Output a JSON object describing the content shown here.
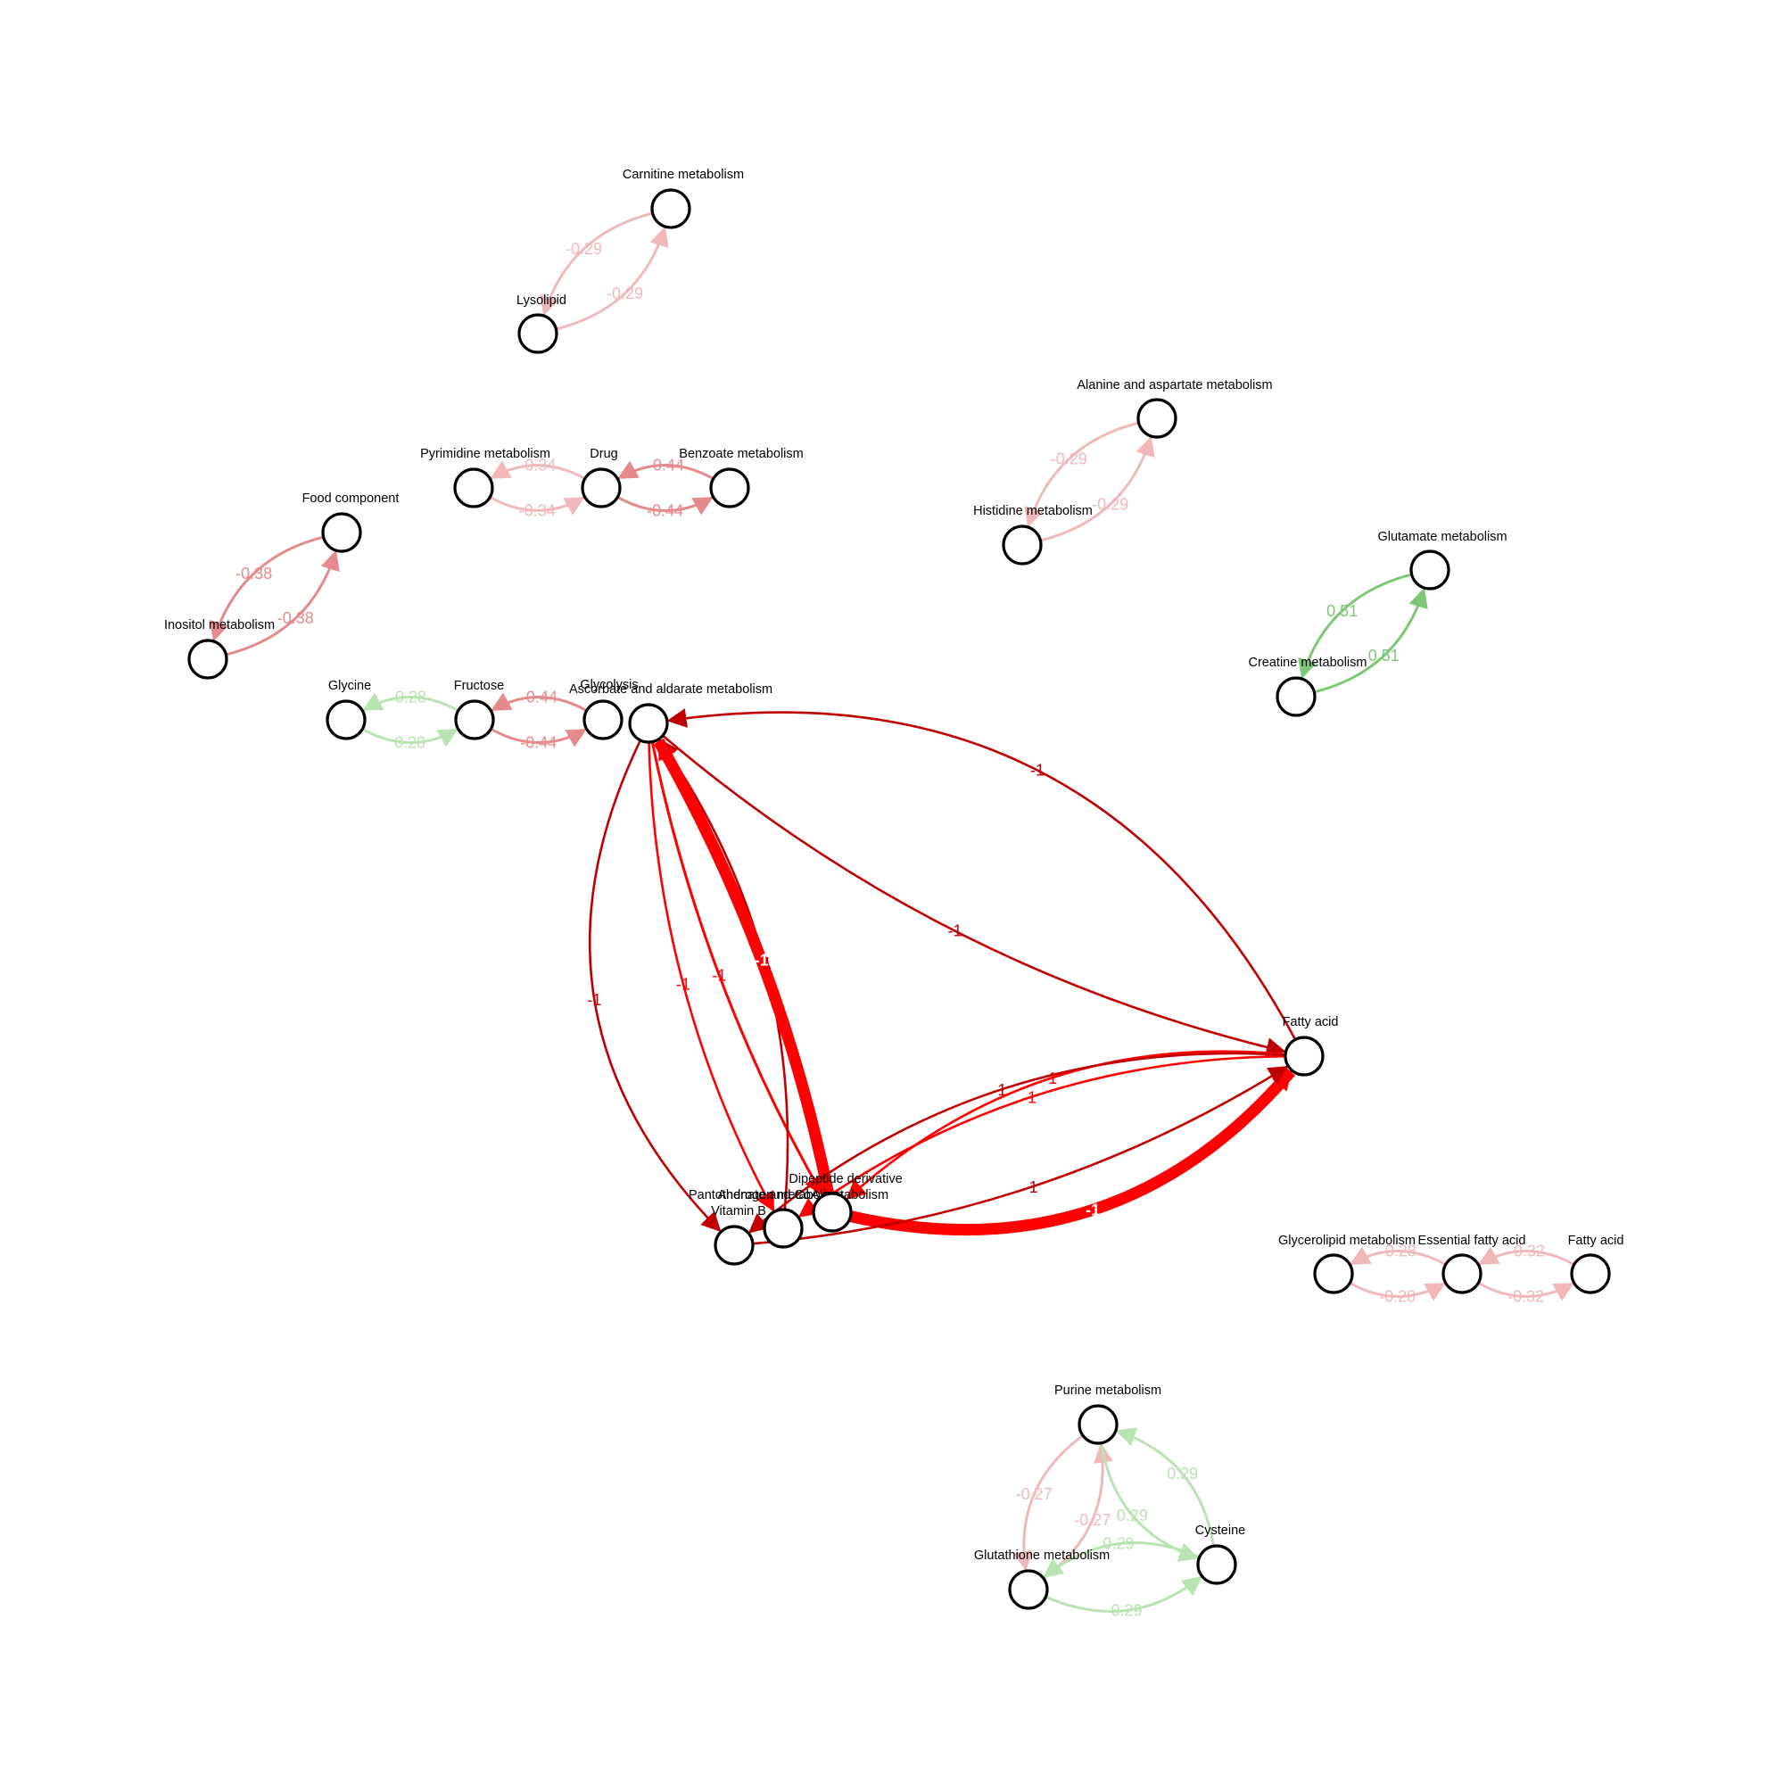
{
  "colors": {
    "neg_light": "#f0b8b8",
    "neg_mid": "#e58a8a",
    "neg_dark": "#c00000",
    "neg_strong": "#ff0000",
    "pos_light": "#b9e3b2",
    "pos_mid": "#7dc874"
  },
  "nodes": [
    {
      "id": "carnitine",
      "label": "Carnitine metabolism"
    },
    {
      "id": "lysolipid",
      "label": "Lysolipid"
    },
    {
      "id": "alanine",
      "label": "Alanine and aspartate metabolism"
    },
    {
      "id": "histidine",
      "label": "Histidine metabolism"
    },
    {
      "id": "pyrimidine",
      "label": "Pyrimidine metabolism"
    },
    {
      "id": "drug",
      "label": "Drug"
    },
    {
      "id": "benzoate",
      "label": "Benzoate metabolism"
    },
    {
      "id": "food",
      "label": "Food component"
    },
    {
      "id": "inositol",
      "label": "Inositol metabolism"
    },
    {
      "id": "glutamate",
      "label": "Glutamate metabolism"
    },
    {
      "id": "creatine",
      "label": "Creatine metabolism"
    },
    {
      "id": "glycine",
      "label": "Glycine"
    },
    {
      "id": "fructose",
      "label": "Fructose"
    },
    {
      "id": "glycolysis",
      "label": "Glycolysis"
    },
    {
      "id": "ascorbate",
      "label": "Ascorbate and aldarate metabolism"
    },
    {
      "id": "fattyacid1",
      "label": "Fatty acid"
    },
    {
      "id": "vitaminb",
      "label": "Vitamin B"
    },
    {
      "id": "cluster1",
      "label": "Pantothenate and CoA metabolism"
    },
    {
      "id": "cluster1b",
      "label": "Androgen metabolism"
    },
    {
      "id": "cluster2",
      "label": "Dipeptide derivative"
    },
    {
      "id": "glycerolipid",
      "label": "Glycerolipid metabolism"
    },
    {
      "id": "essential",
      "label": "Essential fatty acid"
    },
    {
      "id": "fattyacid2",
      "label": "Fatty acid"
    },
    {
      "id": "purine",
      "label": "Purine metabolism"
    },
    {
      "id": "cysteine",
      "label": "Cysteine"
    },
    {
      "id": "glutathione",
      "label": "Glutathione metabolism"
    }
  ],
  "edges": [
    {
      "from": "carnitine",
      "to": "lysolipid",
      "weight": "-0.29",
      "color": "neg_light"
    },
    {
      "from": "lysolipid",
      "to": "carnitine",
      "weight": "-0.29",
      "color": "neg_light"
    },
    {
      "from": "alanine",
      "to": "histidine",
      "weight": "-0.29",
      "color": "neg_light"
    },
    {
      "from": "histidine",
      "to": "alanine",
      "weight": "-0.29",
      "color": "neg_light"
    },
    {
      "from": "drug",
      "to": "pyrimidine",
      "weight": "-0.34",
      "color": "neg_light"
    },
    {
      "from": "pyrimidine",
      "to": "drug",
      "weight": "-0.34",
      "color": "neg_light"
    },
    {
      "from": "benzoate",
      "to": "drug",
      "weight": "-0.44",
      "color": "neg_mid"
    },
    {
      "from": "drug",
      "to": "benzoate",
      "weight": "-0.44",
      "color": "neg_mid"
    },
    {
      "from": "food",
      "to": "inositol",
      "weight": "-0.38",
      "color": "neg_mid"
    },
    {
      "from": "inositol",
      "to": "food",
      "weight": "-0.38",
      "color": "neg_mid"
    },
    {
      "from": "glutamate",
      "to": "creatine",
      "weight": "0.51",
      "color": "pos_mid"
    },
    {
      "from": "creatine",
      "to": "glutamate",
      "weight": "0.51",
      "color": "pos_mid"
    },
    {
      "from": "fructose",
      "to": "glycine",
      "weight": "0.28",
      "color": "pos_light"
    },
    {
      "from": "glycine",
      "to": "fructose",
      "weight": "0.28",
      "color": "pos_light"
    },
    {
      "from": "glycolysis",
      "to": "fructose",
      "weight": "-0.44",
      "color": "neg_mid"
    },
    {
      "from": "fructose",
      "to": "glycolysis",
      "weight": "-0.44",
      "color": "neg_mid"
    },
    {
      "from": "essential",
      "to": "glycerolipid",
      "weight": "-0.28",
      "color": "neg_light"
    },
    {
      "from": "glycerolipid",
      "to": "essential",
      "weight": "-0.28",
      "color": "neg_light"
    },
    {
      "from": "fattyacid2",
      "to": "essential",
      "weight": "-0.32",
      "color": "neg_light"
    },
    {
      "from": "essential",
      "to": "fattyacid2",
      "weight": "-0.32",
      "color": "neg_light"
    },
    {
      "from": "glutathione",
      "to": "purine",
      "weight": "-0.27",
      "color": "neg_light"
    },
    {
      "from": "purine",
      "to": "glutathione",
      "weight": "-0.27",
      "color": "neg_light"
    },
    {
      "from": "cysteine",
      "to": "purine",
      "weight": "0.29",
      "color": "pos_light"
    },
    {
      "from": "purine",
      "to": "cysteine",
      "weight": "0.29",
      "color": "pos_light"
    },
    {
      "from": "cysteine",
      "to": "glutathione",
      "weight": "0.29",
      "color": "pos_light"
    },
    {
      "from": "glutathione",
      "to": "cysteine",
      "weight": "0.29",
      "color": "pos_light"
    },
    {
      "from": "fattyacid1",
      "to": "ascorbate",
      "weight": "-1",
      "color": "neg_dark"
    },
    {
      "from": "ascorbate",
      "to": "fattyacid1",
      "weight": "-1",
      "color": "neg_dark"
    },
    {
      "from": "ascorbate",
      "to": "vitaminb",
      "weight": "-1",
      "color": "neg_dark"
    },
    {
      "from": "ascorbate",
      "to": "cluster1",
      "weight": "-1",
      "color": "neg_strong"
    },
    {
      "from": "ascorbate",
      "to": "cluster2",
      "weight": "-1",
      "color": "neg_strong"
    },
    {
      "from": "cluster1",
      "to": "ascorbate",
      "weight": "-1",
      "color": "neg_dark"
    },
    {
      "from": "cluster2",
      "to": "ascorbate",
      "weight": "-1",
      "color": "neg_strong"
    },
    {
      "from": "cluster2",
      "to": "fattyacid1",
      "weight": "-1",
      "color": "neg_strong"
    },
    {
      "from": "fattyacid1",
      "to": "cluster1",
      "weight": "-1",
      "color": "neg_strong"
    },
    {
      "from": "fattyacid1",
      "to": "cluster2",
      "weight": "-1",
      "color": "neg_strong"
    },
    {
      "from": "fattyacid1",
      "to": "vitaminb",
      "weight": "-1",
      "color": "neg_dark"
    },
    {
      "from": "vitaminb",
      "to": "fattyacid1",
      "weight": "-1",
      "color": "neg_dark"
    }
  ]
}
